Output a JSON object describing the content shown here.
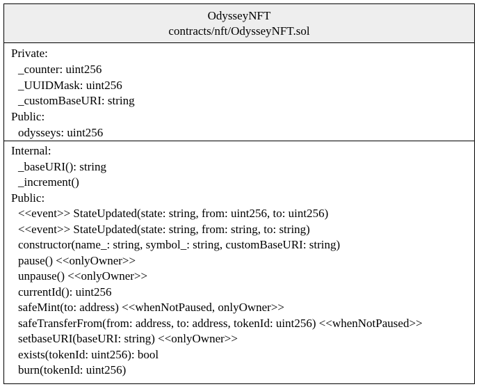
{
  "class": {
    "name": "OdysseyNFT",
    "path": "contracts/nft/OdysseyNFT.sol"
  },
  "attributes": {
    "private_label": "Private:",
    "private": [
      "_counter: uint256",
      "_UUIDMask: uint256",
      "_customBaseURI: string"
    ],
    "public_label": "Public:",
    "public": [
      "odysseys: uint256"
    ]
  },
  "operations": {
    "internal_label": "Internal:",
    "internal": [
      "_baseURI(): string",
      "_increment()"
    ],
    "public_label": "Public:",
    "public": [
      "<<event>> StateUpdated(state: string, from: uint256, to: uint256)",
      "<<event>> StateUpdated(state: string, from: string, to: string)",
      "constructor(name_: string, symbol_: string, customBaseURI: string)",
      "pause() <<onlyOwner>>",
      "unpause() <<onlyOwner>>",
      "currentId(): uint256",
      "safeMint(to: address) <<whenNotPaused, onlyOwner>>",
      "safeTransferFrom(from: address, to: address, tokenId: uint256) <<whenNotPaused>>",
      "setbaseURI(baseURI: string) <<onlyOwner>>",
      "exists(tokenId: uint256): bool",
      "burn(tokenId: uint256)"
    ]
  },
  "colors": {
    "header_bg": "#eeeeee",
    "border": "#000000"
  }
}
